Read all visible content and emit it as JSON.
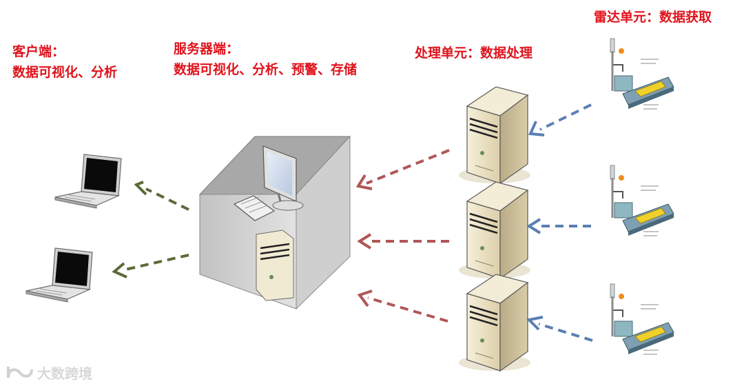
{
  "labels": {
    "client_title": "客户端：",
    "client_desc": "数据可视化、分析",
    "server_title": "服务器端：",
    "server_desc": "数据可视化、分析、预警、存储",
    "processing": "处理单元：数据处理",
    "radar": "雷达单元：数据获取"
  },
  "watermark": {
    "text": "大数跨境",
    "logo_icon": "infinity-logo-icon"
  },
  "colors": {
    "label_red": "#e0121b",
    "arrow_blue": "#5a7fb3",
    "arrow_red": "#b05656",
    "arrow_green": "#5a6a3a",
    "server_beige": "#efe6cc",
    "cube_gray": "#a9a9a9"
  },
  "nodes": {
    "clients": 2,
    "central_server": 1,
    "processing_servers": 3,
    "radar_units": 3
  }
}
